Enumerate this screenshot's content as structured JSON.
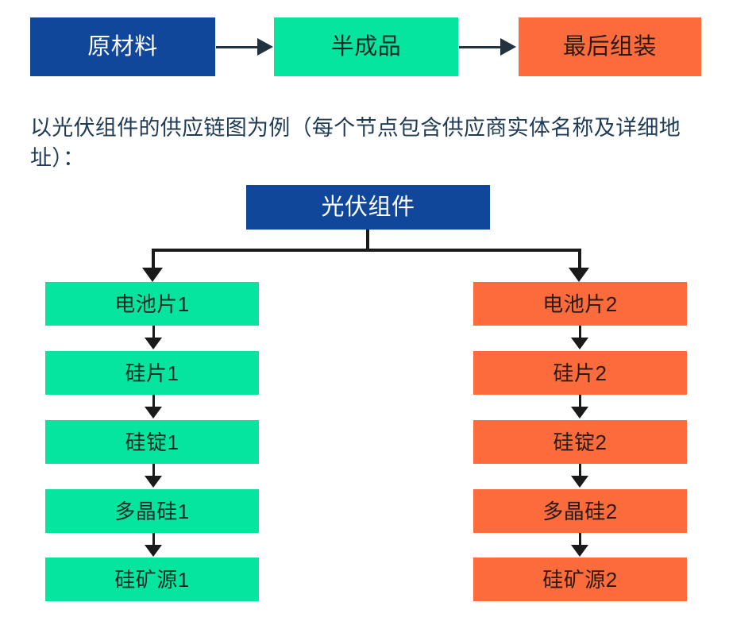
{
  "colors": {
    "blue": "#11479B",
    "green": "#06E5A0",
    "orange": "#FB6B3B",
    "arrow": "#22323E",
    "connector": "#1A1A1A",
    "text_body": "#1F3B55",
    "background": "#FFFFFF"
  },
  "top_flow": {
    "nodes": [
      {
        "label": "原材料",
        "color": "blue"
      },
      {
        "label": "半成品",
        "color": "green"
      },
      {
        "label": "最后组装",
        "color": "orange"
      }
    ]
  },
  "paragraph": {
    "text": "以光伏组件的供应链图为例（每个节点包含供应商实体名称及详细地址）："
  },
  "tree": {
    "root": {
      "label": "光伏组件",
      "color": "blue"
    },
    "branches": [
      {
        "color": "green",
        "nodes": [
          {
            "label": "电池片1"
          },
          {
            "label": "硅片1"
          },
          {
            "label": "硅锭1"
          },
          {
            "label": "多晶硅1"
          },
          {
            "label": "硅矿源1"
          }
        ]
      },
      {
        "color": "orange",
        "nodes": [
          {
            "label": "电池片2"
          },
          {
            "label": "硅片2"
          },
          {
            "label": "硅锭2"
          },
          {
            "label": "多晶硅2"
          },
          {
            "label": "硅矿源2"
          }
        ]
      }
    ]
  }
}
